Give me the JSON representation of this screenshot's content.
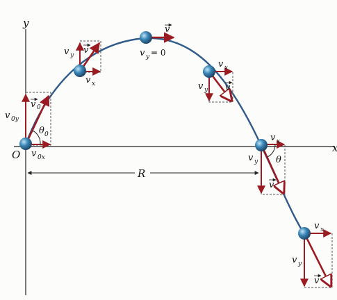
{
  "axes": {
    "y_label": "y",
    "x_label": "x",
    "origin_label": "O"
  },
  "labels": {
    "v0": "v",
    "v0_sub": "0",
    "v0y": "v",
    "v0y_sub": "0y",
    "v0x": "v",
    "v0x_sub": "0x",
    "theta0": "θ",
    "theta0_sub": "0",
    "vy_p2": "v",
    "vy_p2_sub": "y",
    "v_p2": "v",
    "vx_p2": "v",
    "vx_p2_sub": "x",
    "v_top": "v",
    "vy_top": "v",
    "vy_top_sub": "y",
    "vy_top_eq": "= 0",
    "vx_p4": "v",
    "vx_p4_sub": "x",
    "vy_p4": "v",
    "vy_p4_sub": "y",
    "v_p4": "v",
    "vx_p5": "v",
    "vx_p5_sub": "x",
    "vy_p5": "v",
    "vy_p5_sub": "y",
    "theta_p5": "θ",
    "v_p5": "v",
    "range": "R",
    "vx_p6": "v",
    "vx_p6_sub": "x",
    "vy_p6": "v",
    "vy_p6_sub": "y",
    "v_p6": "v"
  },
  "colors": {
    "trajectory": "#2f5a8a",
    "vector": "#9b1b22",
    "axis": "#222222",
    "ball": "#3a7bb0",
    "dashed_box": "#555555"
  }
}
